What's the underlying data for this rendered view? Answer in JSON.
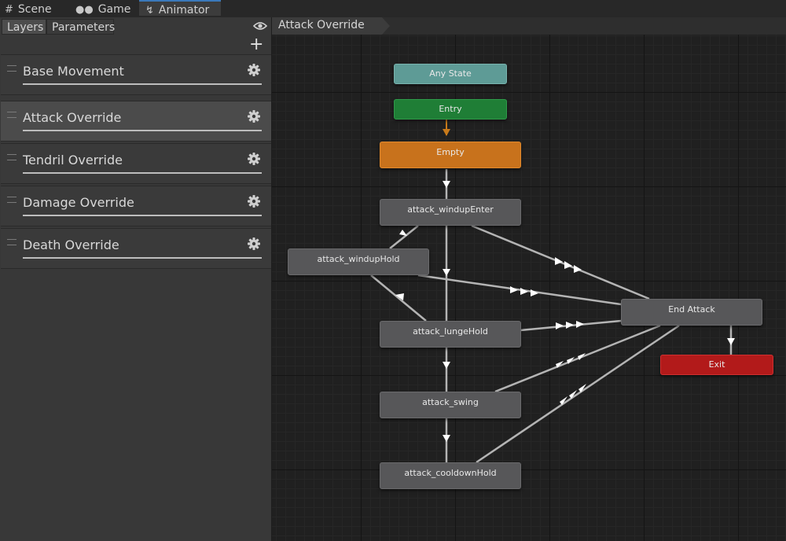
{
  "tabs": {
    "scene": "Scene",
    "game": "Game",
    "animator": "Animator"
  },
  "panel": {
    "layers_tab": "Layers",
    "parameters_tab": "Parameters"
  },
  "layers": [
    {
      "name": "Base Movement",
      "selected": false
    },
    {
      "name": "Attack Override",
      "selected": true
    },
    {
      "name": "Tendril Override",
      "selected": false
    },
    {
      "name": "Damage Override",
      "selected": false
    },
    {
      "name": "Death Override",
      "selected": false
    }
  ],
  "breadcrumb": "Attack Override",
  "states": {
    "any_state": "Any State",
    "entry": "Entry",
    "empty": "Empty",
    "windup_enter": "attack_windupEnter",
    "windup_hold": "attack_windupHold",
    "lunge_hold": "attack_lungeHold",
    "swing": "attack_swing",
    "cooldown_hold": "attack_cooldownHold",
    "end_attack": "End Attack",
    "exit": "Exit"
  },
  "colors": {
    "any_state": "#5e9b96",
    "entry": "#1f7e36",
    "default_state": "#c8721c",
    "exit": "#b21a1a",
    "state": "#575759",
    "selection_accent": "#3a79bb"
  }
}
